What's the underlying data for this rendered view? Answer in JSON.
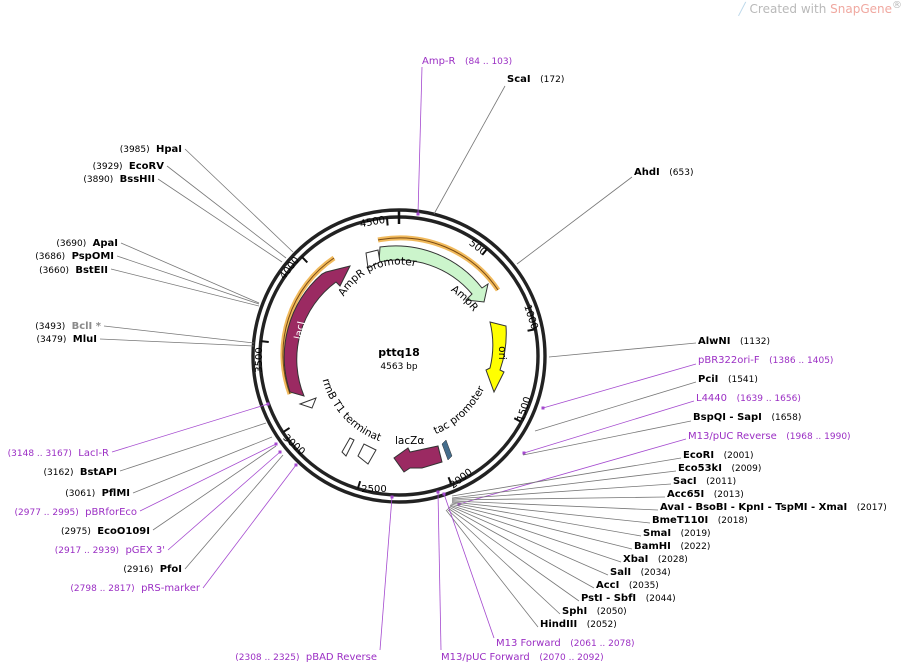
{
  "credit": {
    "prefix": "Created with ",
    "brand": "SnapGene",
    "mark": "®"
  },
  "plasmid": {
    "name": "pttq18",
    "size_label": "4563 bp",
    "length": 4563
  },
  "ticks": [
    {
      "bp": 500,
      "label": "500"
    },
    {
      "bp": 1000,
      "label": "1000"
    },
    {
      "bp": 1500,
      "label": "1500"
    },
    {
      "bp": 2000,
      "label": "2000"
    },
    {
      "bp": 2500,
      "label": "2500"
    },
    {
      "bp": 3000,
      "label": "3000"
    },
    {
      "bp": 3500,
      "label": "3500"
    },
    {
      "bp": 4000,
      "label": "4000"
    },
    {
      "bp": 4500,
      "label": "4500"
    }
  ],
  "features": [
    {
      "name": "AmpR",
      "label": "AmpR",
      "color": "#ccf5cc"
    },
    {
      "name": "AmpR promoter",
      "label": "AmpR promoter",
      "color": "#ffffff"
    },
    {
      "name": "ori",
      "label": "ori",
      "color": "#ffff00"
    },
    {
      "name": "tac promoter",
      "label": "tac promoter",
      "color": "#ffffff"
    },
    {
      "name": "lacZα",
      "label": "lacZα",
      "color": "#9b2a62"
    },
    {
      "name": "lacI",
      "label": "lacI",
      "color": "#9b2a62"
    },
    {
      "name": "rrnB T1 terminator",
      "label": "rrnB T1 terminator",
      "color": "#ffffff"
    }
  ],
  "labels": [
    {
      "id": "amp-r-primer",
      "kind": "primer",
      "name": "Amp-R",
      "pos": "(84 .. 103)"
    },
    {
      "id": "scai",
      "kind": "enzyme",
      "name": "ScaI",
      "pos": "(172)"
    },
    {
      "id": "ahdi",
      "kind": "enzyme",
      "name": "AhdI",
      "pos": "(653)"
    },
    {
      "id": "alwni",
      "kind": "enzyme",
      "name": "AlwNI",
      "pos": "(1132)"
    },
    {
      "id": "pbr322ori-f",
      "kind": "primer",
      "name": "pBR322ori-F",
      "pos": "(1386 .. 1405)"
    },
    {
      "id": "pcii",
      "kind": "enzyme",
      "name": "PciI",
      "pos": "(1541)"
    },
    {
      "id": "l4440",
      "kind": "primer",
      "name": "L4440",
      "pos": "(1639 .. 1656)"
    },
    {
      "id": "bspqi-sapi",
      "kind": "enzyme",
      "name": "BspQI  -  SapI",
      "pos": "(1658)"
    },
    {
      "id": "m13-puc-reverse",
      "kind": "primer",
      "name": "M13/pUC Reverse",
      "pos": "(1968 .. 1990)"
    },
    {
      "id": "ecori",
      "kind": "enzyme",
      "name": "EcoRI",
      "pos": "(2001)"
    },
    {
      "id": "eco53ki",
      "kind": "enzyme",
      "name": "Eco53kI",
      "pos": "(2009)"
    },
    {
      "id": "saci",
      "kind": "enzyme",
      "name": "SacI",
      "pos": "(2011)"
    },
    {
      "id": "acc65i",
      "kind": "enzyme",
      "name": "Acc65I",
      "pos": "(2013)"
    },
    {
      "id": "avai-group",
      "kind": "enzyme",
      "name": "AvaI  -  BsoBI  -  KpnI  -  TspMI  -  XmaI",
      "pos": "(2017)"
    },
    {
      "id": "bmet110i",
      "kind": "enzyme",
      "name": "BmeT110I",
      "pos": "(2018)"
    },
    {
      "id": "smai",
      "kind": "enzyme",
      "name": "SmaI",
      "pos": "(2019)"
    },
    {
      "id": "bamhi",
      "kind": "enzyme",
      "name": "BamHI",
      "pos": "(2022)"
    },
    {
      "id": "xbai",
      "kind": "enzyme",
      "name": "XbaI",
      "pos": "(2028)"
    },
    {
      "id": "sali",
      "kind": "enzyme",
      "name": "SalI",
      "pos": "(2034)"
    },
    {
      "id": "acci",
      "kind": "enzyme",
      "name": "AccI",
      "pos": "(2035)"
    },
    {
      "id": "psti-sbfi",
      "kind": "enzyme",
      "name": "PstI  -  SbfI",
      "pos": "(2044)"
    },
    {
      "id": "sphi",
      "kind": "enzyme",
      "name": "SphI",
      "pos": "(2050)"
    },
    {
      "id": "hindiii",
      "kind": "enzyme",
      "name": "HindIII",
      "pos": "(2052)"
    },
    {
      "id": "m13-forward",
      "kind": "primer",
      "name": "M13 Forward",
      "pos": "(2061 .. 2078)"
    },
    {
      "id": "m13-puc-forward",
      "kind": "primer",
      "name": "M13/pUC Forward",
      "pos": "(2070 .. 2092)"
    },
    {
      "id": "pbad-reverse",
      "kind": "primer",
      "name": "pBAD Reverse",
      "pos": "(2308 .. 2325)"
    },
    {
      "id": "prs-marker",
      "kind": "primer",
      "name": "pRS-marker",
      "pos": "(2798 .. 2817)"
    },
    {
      "id": "pfoi",
      "kind": "enzyme",
      "name": "PfoI",
      "pos": "(2916)"
    },
    {
      "id": "pgex-3",
      "kind": "primer",
      "name": "pGEX 3'",
      "pos": "(2917 .. 2939)"
    },
    {
      "id": "eco0109i",
      "kind": "enzyme",
      "name": "EcoO109I",
      "pos": "(2975)"
    },
    {
      "id": "pbrforeco",
      "kind": "primer",
      "name": "pBRforEco",
      "pos": "(2977 .. 2995)"
    },
    {
      "id": "pflmi",
      "kind": "enzyme",
      "name": "PflMI",
      "pos": "(3061)"
    },
    {
      "id": "bstapi",
      "kind": "enzyme",
      "name": "BstAPI",
      "pos": "(3162)"
    },
    {
      "id": "laci-r",
      "kind": "primer",
      "name": "LacI-R",
      "pos": "(3148 .. 3167)"
    },
    {
      "id": "mlui",
      "kind": "enzyme",
      "name": "MluI",
      "pos": "(3479)"
    },
    {
      "id": "bcli",
      "kind": "enzyme-gray",
      "name": "BclI *",
      "pos": "(3493)"
    },
    {
      "id": "bsteii",
      "kind": "enzyme",
      "name": "BstEII",
      "pos": "(3660)"
    },
    {
      "id": "pspomi",
      "kind": "enzyme",
      "name": "PspOMI",
      "pos": "(3686)"
    },
    {
      "id": "apai",
      "kind": "enzyme",
      "name": "ApaI",
      "pos": "(3690)"
    },
    {
      "id": "bsshii",
      "kind": "enzyme",
      "name": "BssHII",
      "pos": "(3890)"
    },
    {
      "id": "ecorv",
      "kind": "enzyme",
      "name": "EcoRV",
      "pos": "(3929)"
    },
    {
      "id": "hpai",
      "kind": "enzyme",
      "name": "HpaI",
      "pos": "(3985)"
    }
  ]
}
